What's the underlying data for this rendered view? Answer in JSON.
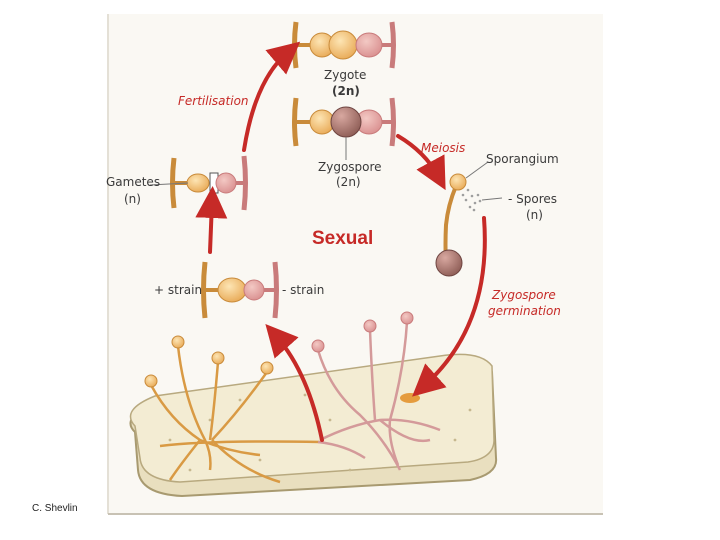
{
  "diagram": {
    "title": "Sexual",
    "labels": {
      "zygote": "Zygote",
      "zygote_ploidy": "(2n)",
      "zygospore": "Zygospore",
      "zygospore_ploidy": "(2n)",
      "gametes": "Gametes",
      "gametes_ploidy": "(n)",
      "sporangium": "Sporangium",
      "spores": "- Spores",
      "spores_ploidy": "(n)",
      "plus_strain": "+ strain",
      "minus_strain": "- strain"
    },
    "stages": {
      "fertilisation": "Fertilisation",
      "meiosis": "Meiosis",
      "germination_line1": "Zygospore",
      "germination_line2": "germination"
    },
    "colors": {
      "arrow": "#c62a27",
      "plus_strain": "#e8a955",
      "minus_strain": "#d98f8f",
      "zygospore": "#9e6b62",
      "bread": "#f3ecd3",
      "panel": "#faf8f3"
    }
  },
  "credit": "C. Shevlin"
}
